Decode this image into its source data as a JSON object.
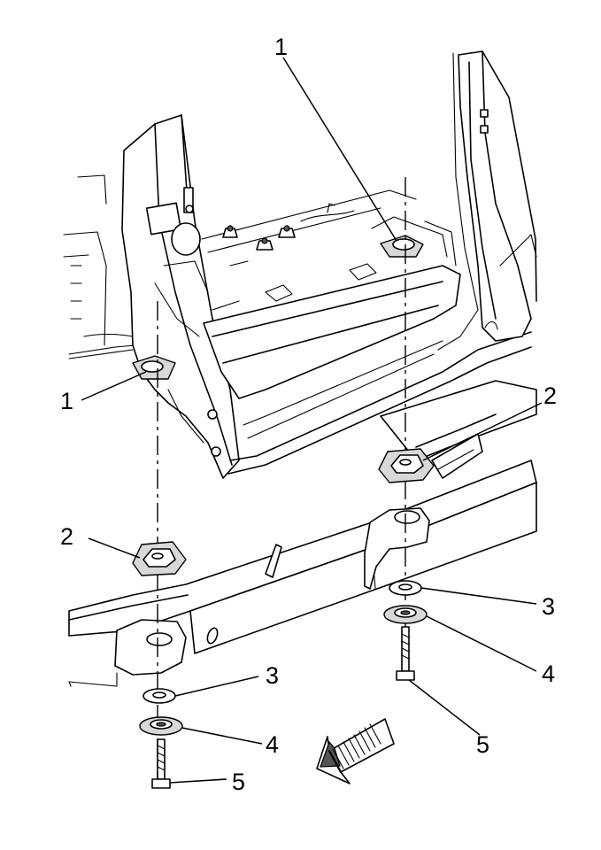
{
  "callouts": {
    "c1_top": "1",
    "c1_left": "1",
    "c2_right": "2",
    "c2_left": "2",
    "c3_right": "3",
    "c3_left": "3",
    "c4_right": "4",
    "c4_left": "4",
    "c5_right": "5",
    "c5_left": "5"
  },
  "icons": {
    "direction_arrow": "front-direction-arrow-icon"
  },
  "colors": {
    "line": "#000000",
    "background": "#ffffff",
    "shade": "#d8d8d8"
  }
}
